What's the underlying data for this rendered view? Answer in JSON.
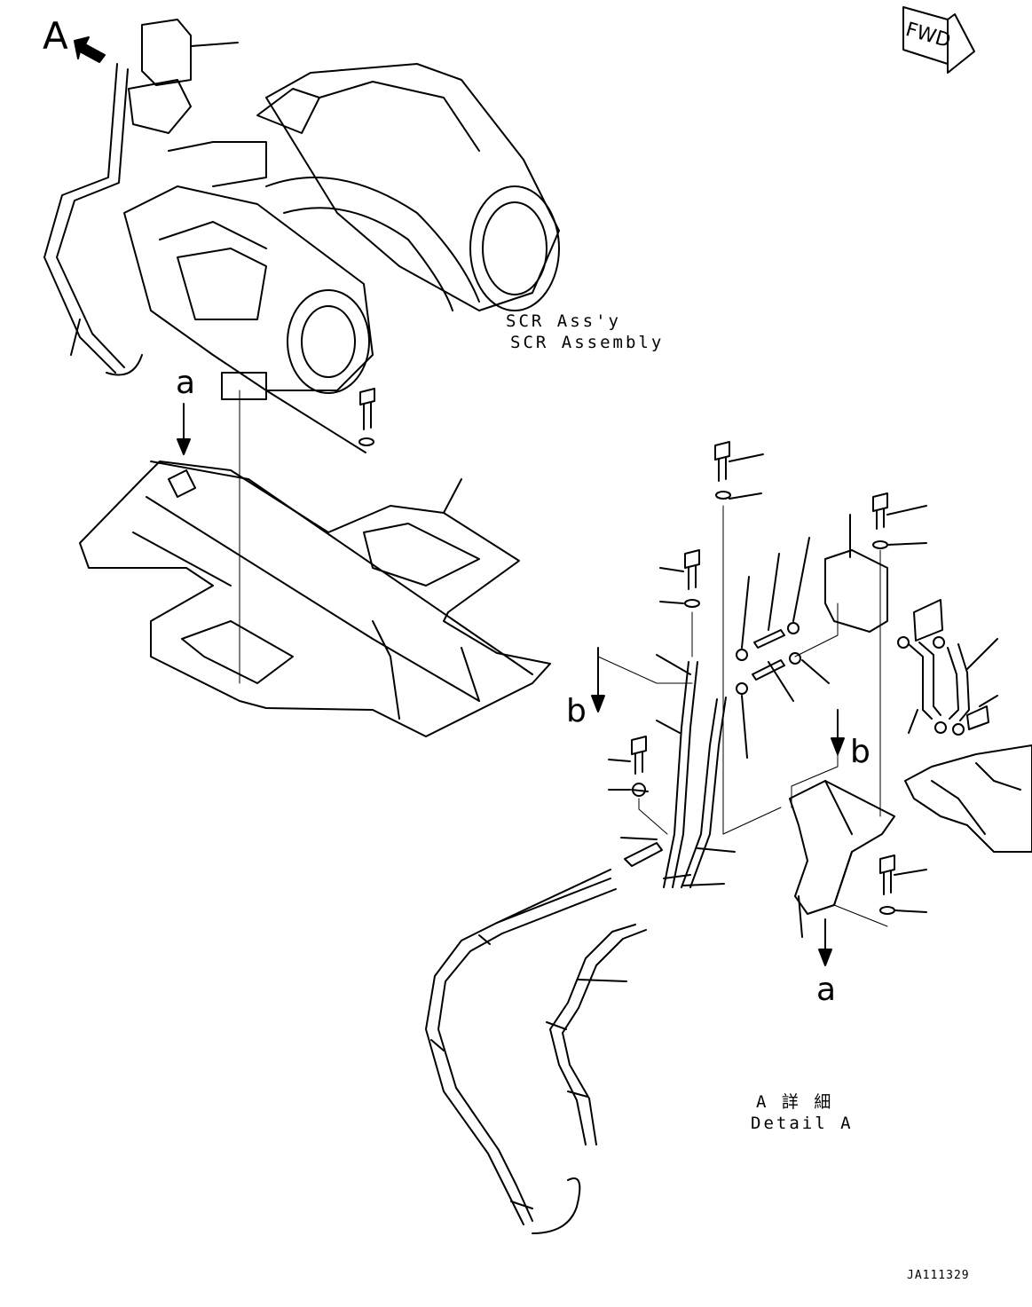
{
  "labels": {
    "view_a": "A",
    "fwd": "FWD",
    "arrow_a_top": "a",
    "arrow_a_bottom": "a",
    "arrow_b_left": "b",
    "arrow_b_right": "b",
    "scr_jp": "SCR Ass'y",
    "scr_en": "SCR Assembly",
    "detail_jp": "A 詳 細",
    "detail_en": "Detail A",
    "drawing_no": "JA111329"
  }
}
